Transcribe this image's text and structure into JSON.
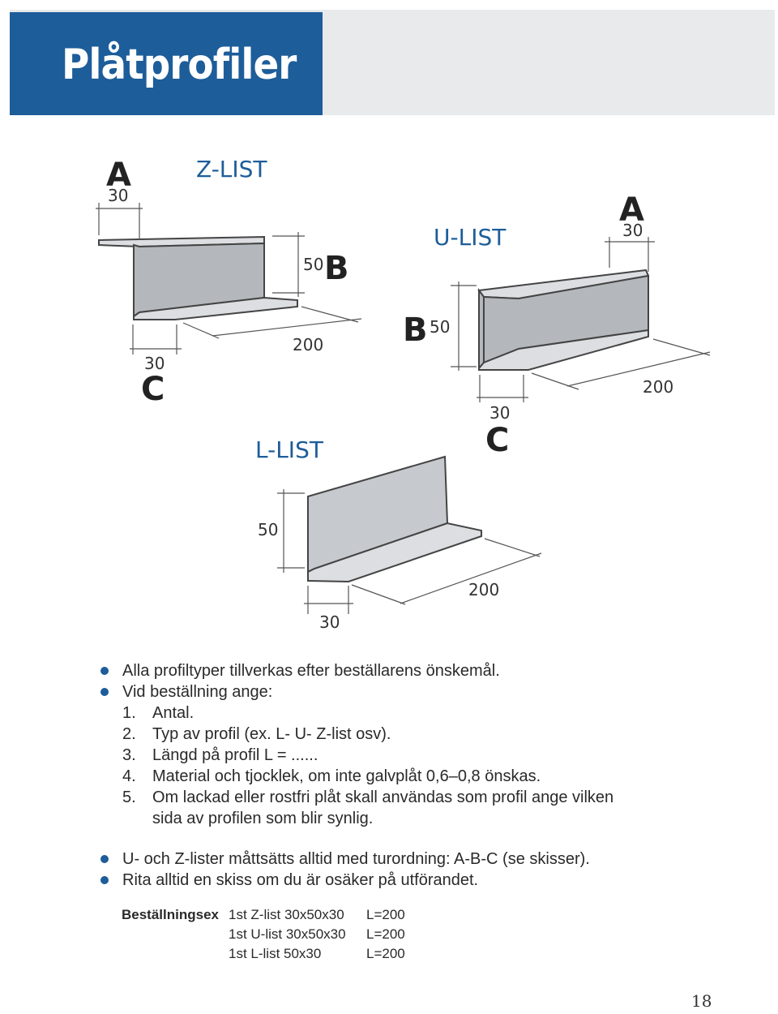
{
  "header": {
    "title": "Plåtprofiler"
  },
  "diagrams": {
    "z_list": {
      "name": "Z-LIST",
      "a": "A",
      "a_dim": "30",
      "b": "B",
      "b_dim": "50",
      "c": "C",
      "c_dim": "30",
      "length": "200"
    },
    "u_list": {
      "name": "U-LIST",
      "a": "A",
      "a_dim": "30",
      "b": "B",
      "b_dim": "50",
      "c": "C",
      "c_dim": "30",
      "length": "200"
    },
    "l_list": {
      "name": "L-LIST",
      "height": "50",
      "width": "30",
      "length": "200"
    }
  },
  "bullets": {
    "item1": "Alla profiltyper tillverkas efter beställarens önskemål.",
    "item2": "Vid beställning ange:",
    "steps": [
      {
        "num": "1.",
        "text": "Antal."
      },
      {
        "num": "2.",
        "text": "Typ av profil (ex. L- U- Z-list osv)."
      },
      {
        "num": "3.",
        "text": "Längd på profil L = ......"
      },
      {
        "num": "4.",
        "text": "Material och tjocklek, om inte galvplåt 0,6–0,8 önskas."
      },
      {
        "num": "5.",
        "text": "Om lackad eller rostfri plåt skall användas som profil ange vilken sida av profilen som blir synlig."
      }
    ],
    "item3": "U- och Z-lister måttsätts alltid med turordning: A-B-C (se skisser).",
    "item4": "Rita alltid en skiss om du är osäker på utförandet."
  },
  "example": {
    "label": "Beställningsex",
    "rows": [
      {
        "desc": "1st Z-list 30x50x30",
        "length": "L=200"
      },
      {
        "desc": "1st U-list 30x50x30",
        "length": "L=200"
      },
      {
        "desc": "1st L-list 50x30",
        "length": "L=200"
      }
    ]
  },
  "page_number": "18",
  "colors": {
    "accent_blue": "#1d5d9a",
    "header_grey": "#e9eaec",
    "metal": "#b4b8bc"
  }
}
